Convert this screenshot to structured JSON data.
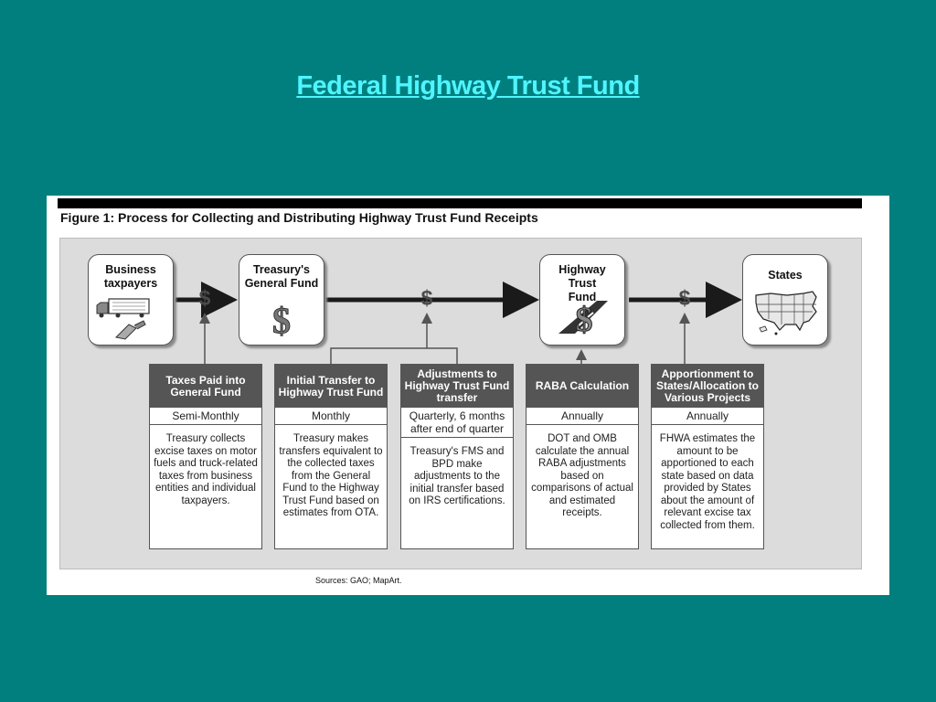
{
  "slide": {
    "title": "Federal Highway Trust Fund"
  },
  "figure": {
    "caption": "Figure 1: Process for Collecting and Distributing Highway Trust Fund Receipts",
    "sources": "Sources: GAO; MapArt.",
    "currency_symbol": "$",
    "nodes": [
      {
        "label": "Business taxpayers",
        "icon": "truck-and-fuel-nozzle-icon"
      },
      {
        "label": "Treasury's General Fund",
        "icon": "dollar-icon"
      },
      {
        "label": "Highway Trust Fund",
        "icon": "dollar-road-icon"
      },
      {
        "label": "States",
        "icon": "us-map-icon"
      }
    ],
    "boxes": [
      {
        "title": "Taxes Paid into General Fund",
        "frequency": "Semi-Monthly",
        "body": "Treasury collects excise taxes on motor fuels and truck-related taxes from business entities and individual taxpayers."
      },
      {
        "title": "Initial Transfer to Highway Trust Fund",
        "frequency": "Monthly",
        "body": "Treasury makes transfers equivalent to the collected taxes from the General Fund to the Highway Trust Fund based on estimates from OTA."
      },
      {
        "title": "Adjustments to Highway Trust Fund transfer",
        "frequency": "Quarterly, 6 months after end of quarter",
        "body": "Treasury's FMS and BPD make adjustments to the initial transfer based on IRS certifications."
      },
      {
        "title": "RABA Calculation",
        "frequency": "Annually",
        "body": "DOT and OMB calculate the annual RABA adjustments based on comparisons of actual and estimated receipts."
      },
      {
        "title": "Apportionment to States/Allocation to Various Projects",
        "frequency": "Annually",
        "body": "FHWA estimates the amount to be apportioned to each state based on data provided by States about the amount of relevant excise tax collected from them."
      }
    ]
  },
  "colors": {
    "background": "#017f7f",
    "title": "#4ff5ff",
    "panel": "#dcdcdc",
    "box_header": "#555555"
  }
}
